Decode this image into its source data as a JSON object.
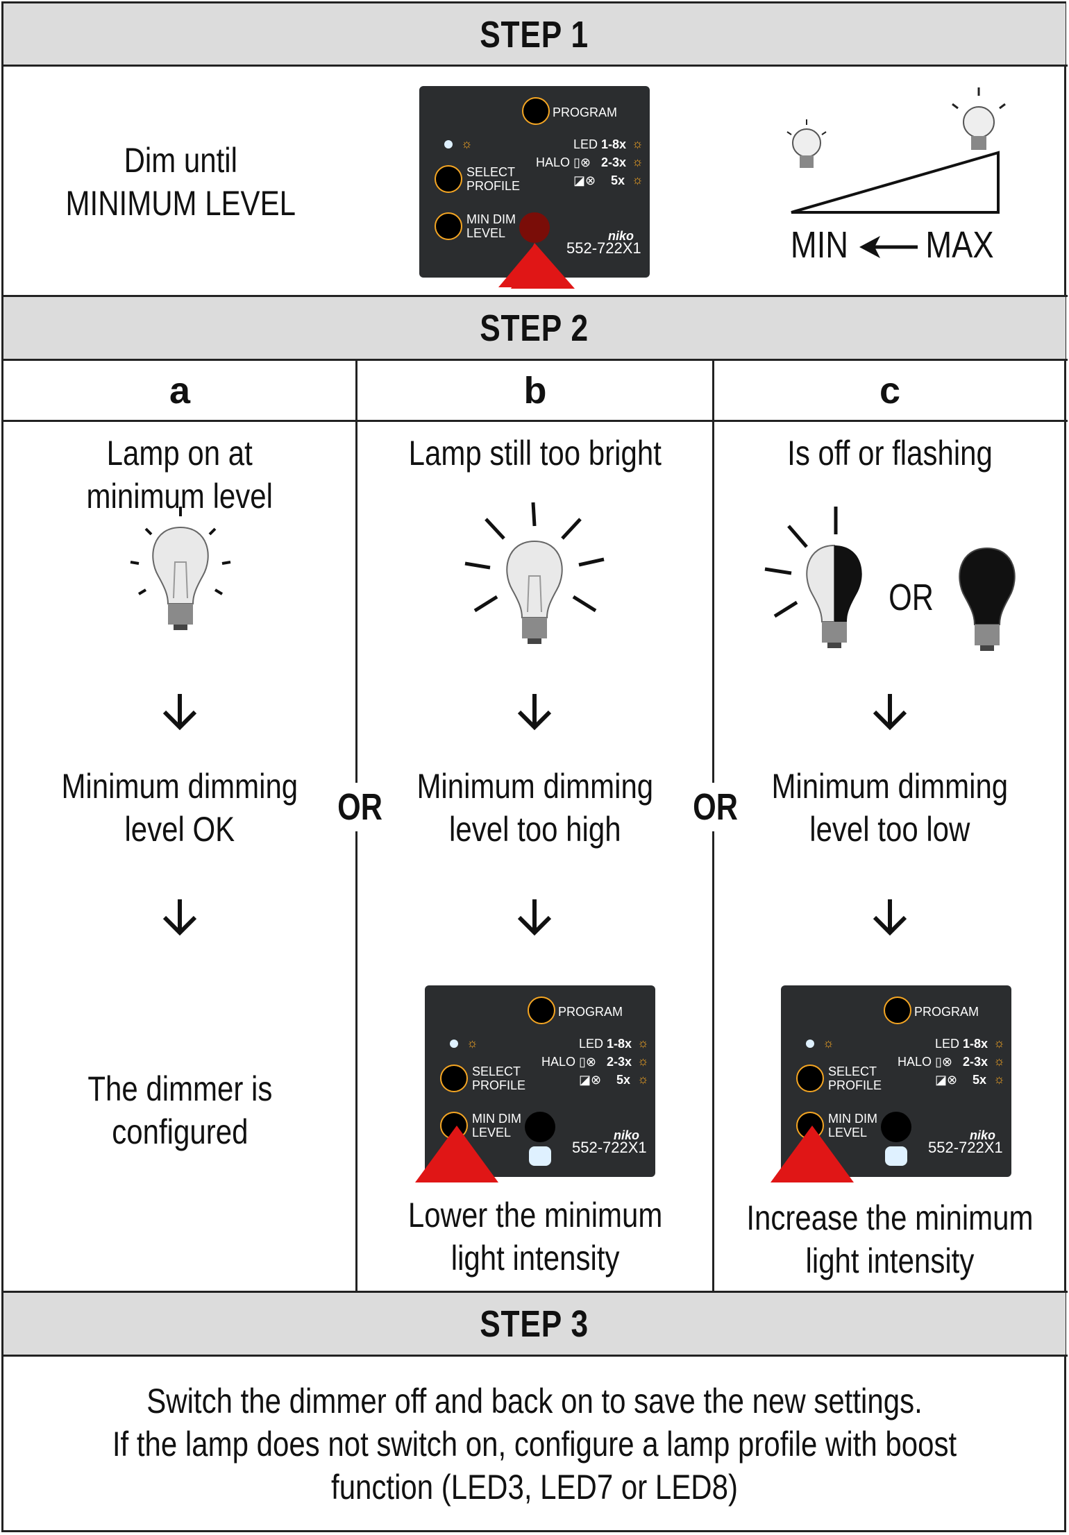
{
  "step1": {
    "header": "STEP 1",
    "instruction": "Dim until\nMINIMUM LEVEL",
    "min_label": "MIN",
    "max_label": "MAX"
  },
  "panel": {
    "program": "PROGRAM",
    "led": "LED",
    "halo": "HALO",
    "led_count": "1-8x",
    "halo_count": "2-3x",
    "third_count": "5x",
    "select_profile": "SELECT\nPROFILE",
    "min_dim_level": "MIN DIM\nLEVEL",
    "brand": "niko",
    "model": "552-722X1"
  },
  "step2": {
    "header": "STEP 2",
    "columns": [
      {
        "letter": "a",
        "condition": "Lamp on at\nminimum level",
        "result": "Minimum dimming\nlevel OK",
        "action": "The dimmer is\nconfigured"
      },
      {
        "letter": "b",
        "condition": "Lamp still too bright",
        "result": "Minimum dimming\nlevel too high",
        "action": "Lower the minimum\nlight intensity"
      },
      {
        "letter": "c",
        "condition": "Is off or flashing",
        "result": "Minimum dimming\nlevel too low",
        "action": "Increase the minimum\nlight intensity"
      }
    ],
    "or_label": "OR",
    "lamp_or": "OR"
  },
  "step3": {
    "header": "STEP 3",
    "text": "Switch the dimmer off and back on to save the new settings.\nIf the lamp does not switch on, configure a lamp profile with boost\nfunction (LED3, LED7 or LED8)"
  },
  "colors": {
    "band": "#dcdcdc",
    "panel": "#2b2d2f",
    "accent": "#f5a623",
    "arrow_red": "#e01616"
  }
}
